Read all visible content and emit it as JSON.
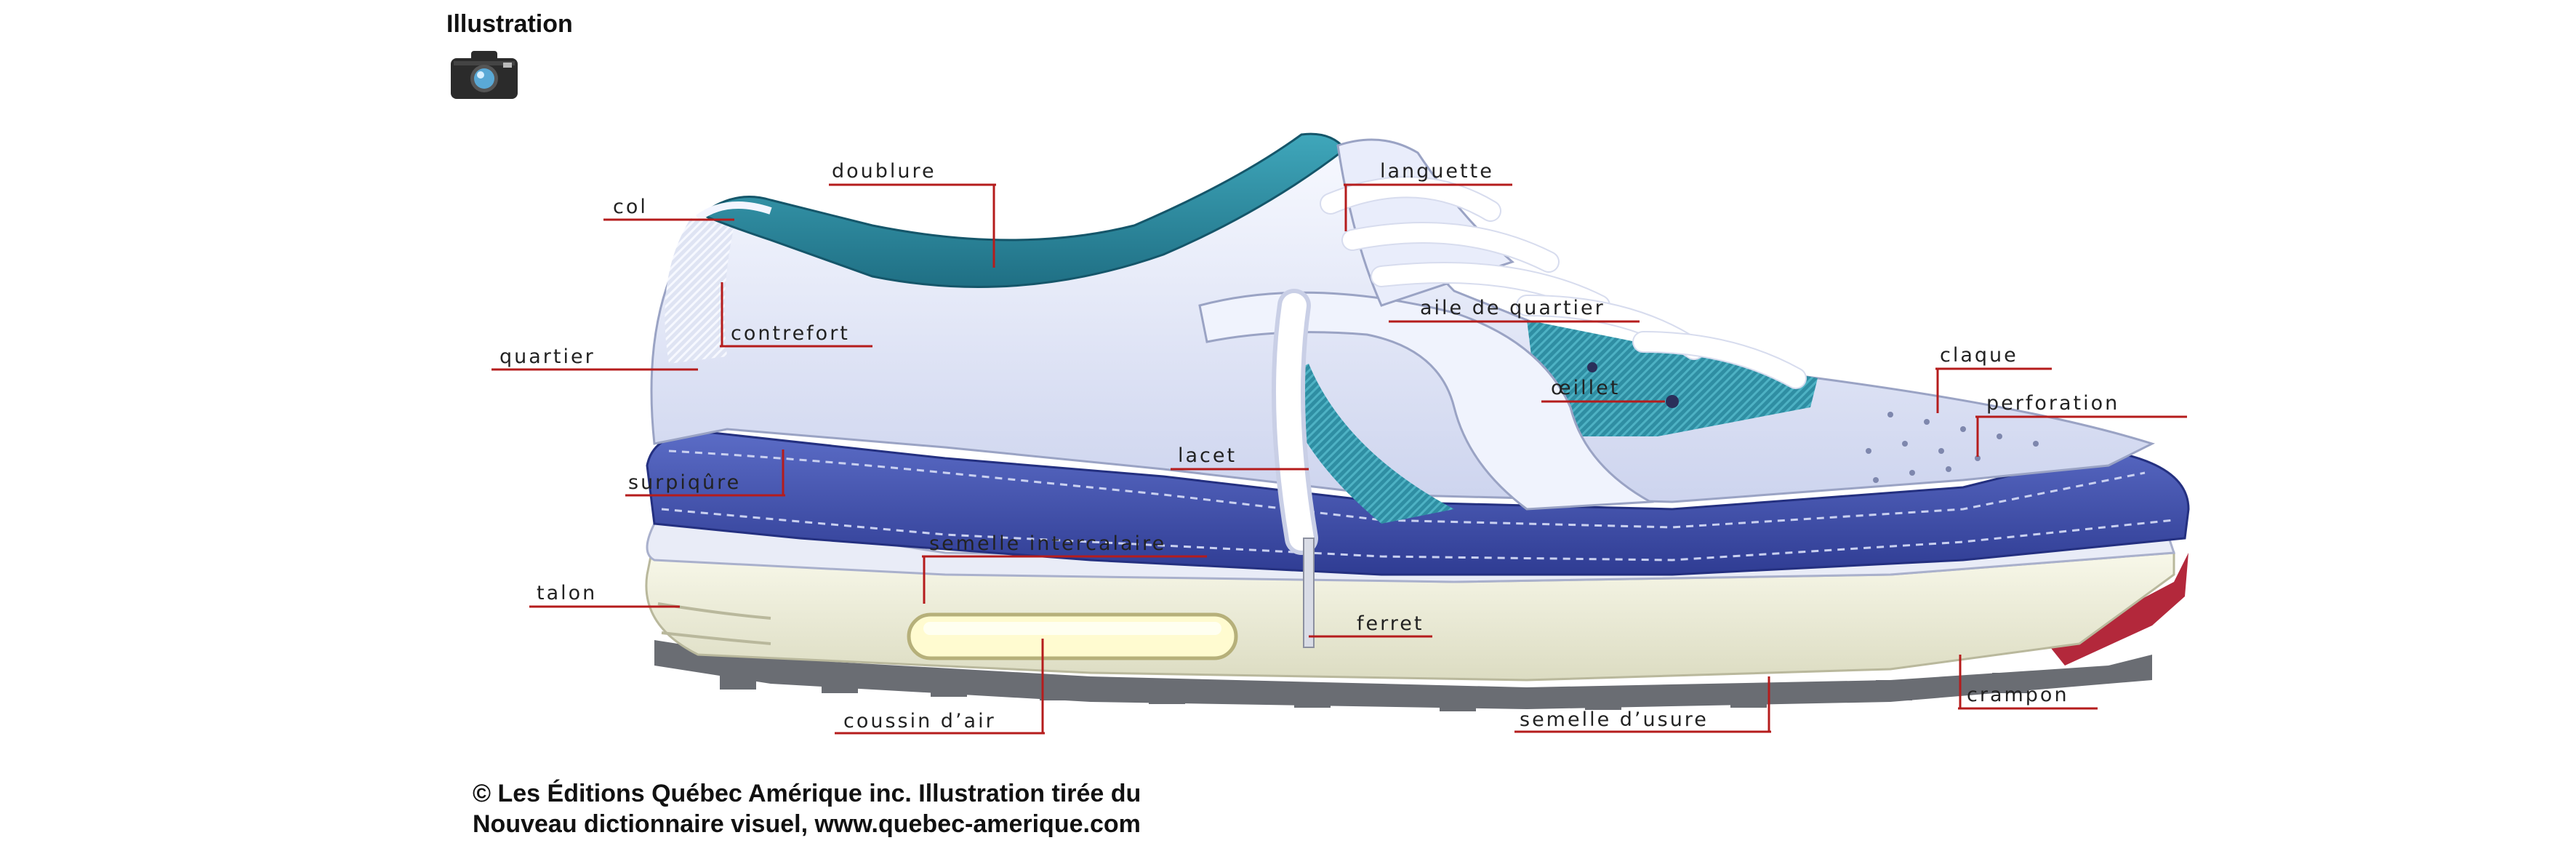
{
  "heading": "Illustration",
  "camera_icon": "camera-icon",
  "labels": {
    "doublure": "doublure",
    "languette": "languette",
    "col": "col",
    "contrefort": "contrefort",
    "aile_de_quartier": "aile de quartier",
    "quartier": "quartier",
    "claque": "claque",
    "oeillet": "œillet",
    "perforation": "perforation",
    "lacet": "lacet",
    "surpiqure": "surpiqûre",
    "semelle_intercalaire": "semelle intercalaire",
    "talon": "talon",
    "ferret": "ferret",
    "coussin_dair": "coussin d’air",
    "semelle_dusure": "semelle d’usure",
    "crampon": "crampon"
  },
  "copyright": {
    "line1": "© Les Éditions Québec Amérique inc. Illustration tirée du",
    "line2": "Nouveau dictionnaire visuel, www.quebec-amerique.com"
  },
  "colors": {
    "leader_line": "#b51c1c",
    "midsole_blue": "#3e4fa8",
    "teal": "#2b8ea3",
    "upper": "#e6eaf6",
    "sole": "#efeed8",
    "outsole_gray": "#6a6d73"
  }
}
